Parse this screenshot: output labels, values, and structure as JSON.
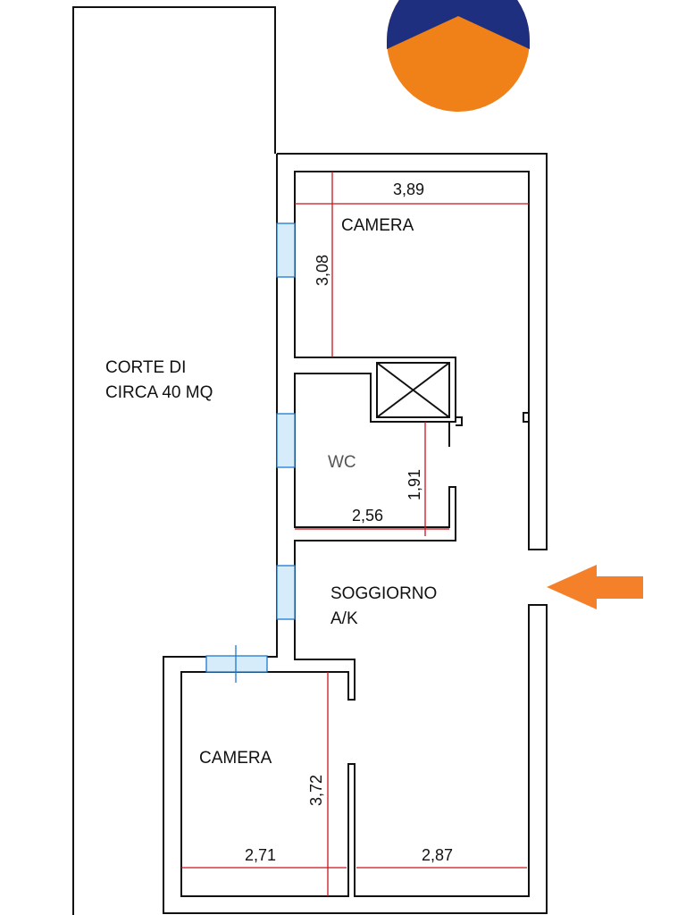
{
  "rooms": {
    "court_line1": "CORTE DI",
    "court_line2": "CIRCA 40 MQ",
    "bedroom_top": "CAMERA",
    "wc": "WC",
    "living_line1": "SOGGIORNO",
    "living_line2": "A/K",
    "bedroom_bottom": "CAMERA"
  },
  "dimensions": {
    "bedroom_top_width": "3,89",
    "bedroom_top_depth": "3,08",
    "wc_height": "1,91",
    "wc_width": "2,56",
    "bedroom_bottom_depth": "3,72",
    "bedroom_bottom_width": "2,71",
    "living_width": "2,87"
  },
  "colors": {
    "logo_navy": "#1f2f80",
    "logo_orange": "#f08018",
    "arrow": "#f5802a",
    "dimension": "#c8141e",
    "window": "#1e78d0"
  }
}
